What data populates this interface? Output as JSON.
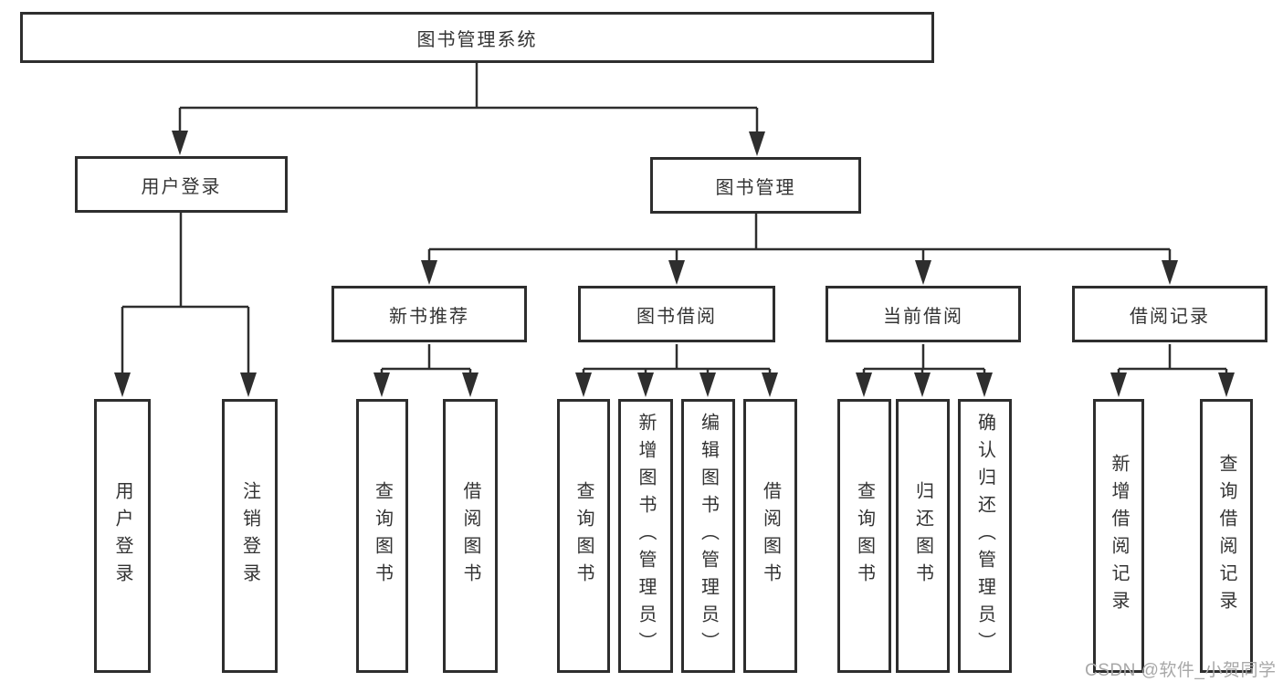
{
  "tree": {
    "label": "图书管理系统",
    "children": [
      {
        "label": "用户登录",
        "children": [
          {
            "label": "用户登录"
          },
          {
            "label": "注销登录"
          }
        ]
      },
      {
        "label": "图书管理",
        "children": [
          {
            "label": "新书推荐",
            "children": [
              {
                "label": "查询图书"
              },
              {
                "label": "借阅图书"
              }
            ]
          },
          {
            "label": "图书借阅",
            "children": [
              {
                "label": "查询图书"
              },
              {
                "label": "新增图书（管理员）"
              },
              {
                "label": "编辑图书（管理员）"
              },
              {
                "label": "借阅图书"
              }
            ]
          },
          {
            "label": "当前借阅",
            "children": [
              {
                "label": "查询图书"
              },
              {
                "label": "归还图书"
              },
              {
                "label": "确认归还（管理员）"
              }
            ]
          },
          {
            "label": "借阅记录",
            "children": [
              {
                "label": "新增借阅记录"
              },
              {
                "label": "查询借阅记录"
              }
            ]
          }
        ]
      }
    ]
  },
  "watermark": {
    "text": "CSDN @软件_小贺同学"
  },
  "colors": {
    "line": "#2e2e2e",
    "box_border": "#2e2e2e",
    "text": "#333333",
    "watermark": "#a8a8a8",
    "background": "#ffffff"
  }
}
